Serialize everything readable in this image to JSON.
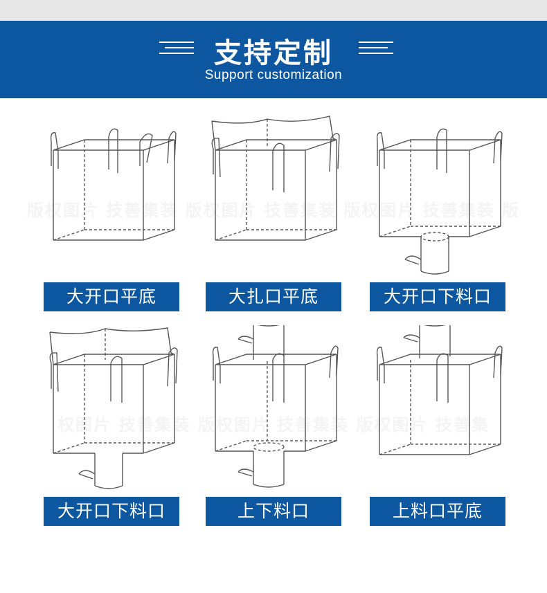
{
  "header": {
    "title": "支持定制",
    "subtitle": "Support customization"
  },
  "products": [
    {
      "label": "大开口平底",
      "type": "open-top-flat-bottom"
    },
    {
      "label": "大扎口平底",
      "type": "skirt-top-flat-bottom"
    },
    {
      "label": "大开口下料口",
      "type": "open-top-discharge-spout"
    },
    {
      "label": "大开口下料口",
      "type": "skirt-top-discharge-spout"
    },
    {
      "label": "上下料口",
      "type": "fill-spout-discharge-spout"
    },
    {
      "label": "上料口平底",
      "type": "fill-spout-flat-bottom"
    }
  ],
  "colors": {
    "brand_blue": "#0d57a0",
    "line": "#555555"
  }
}
